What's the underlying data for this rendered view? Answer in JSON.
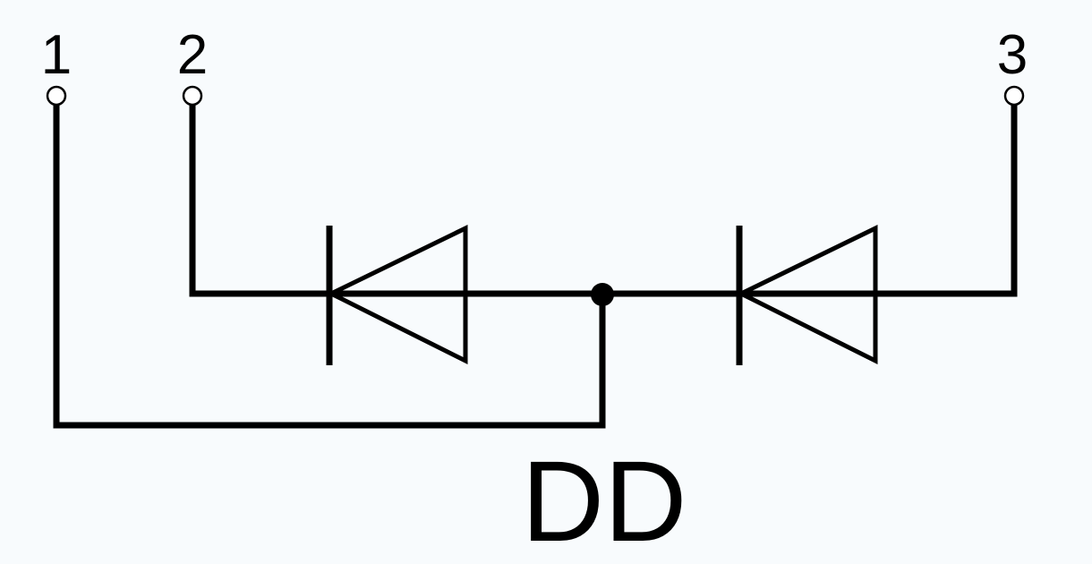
{
  "terminals": [
    {
      "label": "1"
    },
    {
      "label": "2"
    },
    {
      "label": "3"
    }
  ],
  "circuit_label": "DD",
  "colors": {
    "background": "#f8fbfd",
    "stroke": "#000000"
  }
}
